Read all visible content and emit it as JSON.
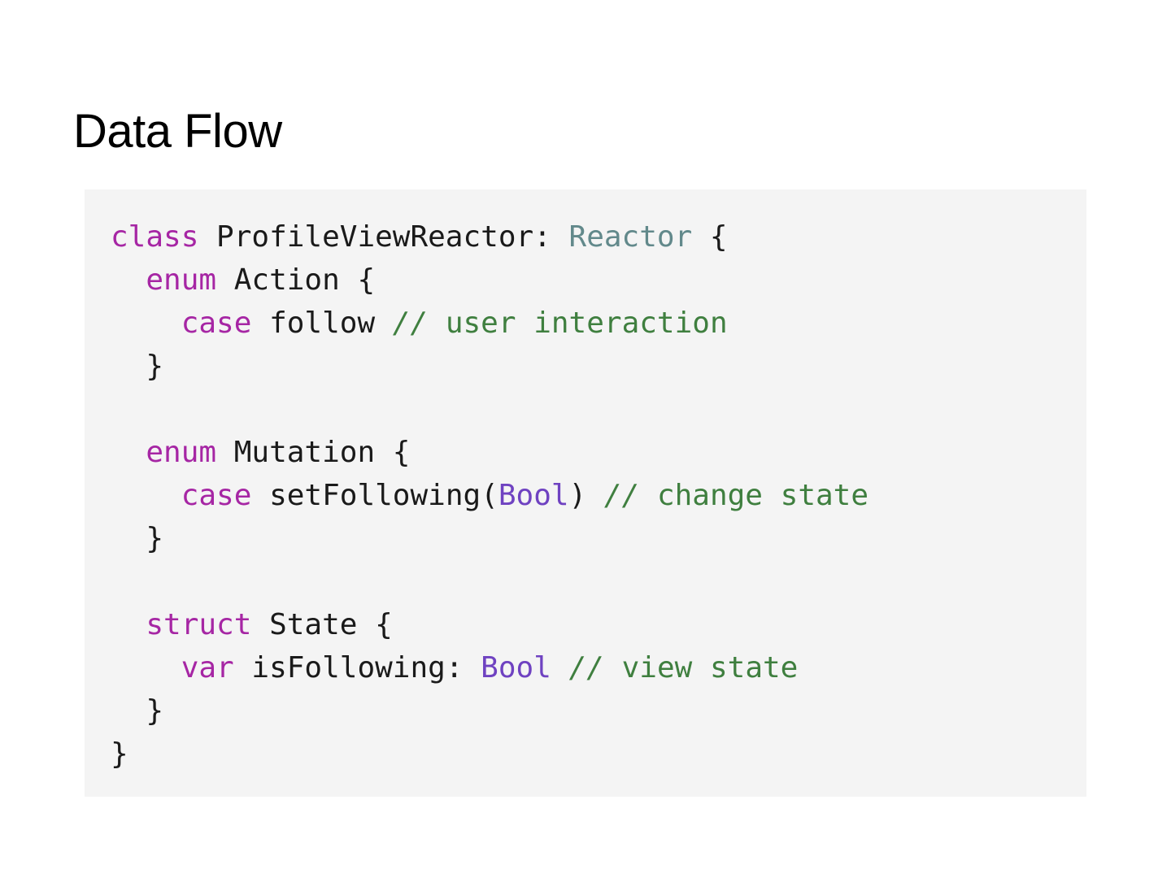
{
  "slide": {
    "title": "Data Flow",
    "background_color": "#ffffff"
  },
  "code_block": {
    "background_color": "#f4f4f4",
    "language": "swift",
    "colors": {
      "keyword": "#a626a4",
      "type": "#62898b",
      "builtin_type": "#6f42c1",
      "comment": "#3f7f3f",
      "plain": "#1a1a1a"
    },
    "full_text": "class ProfileViewReactor: Reactor {\n  enum Action {\n    case follow // user interaction\n  }\n\n  enum Mutation {\n    case setFollowing(Bool) // change state\n  }\n\n  struct State {\n    var isFollowing: Bool // view state\n  }\n}",
    "lines": [
      {
        "id": "line-1",
        "tokens": [
          {
            "text": "class",
            "kind": "keyword"
          },
          {
            "text": " ProfileViewReactor: ",
            "kind": "plain"
          },
          {
            "text": "Reactor",
            "kind": "type"
          },
          {
            "text": " {",
            "kind": "plain"
          }
        ]
      },
      {
        "id": "line-2",
        "tokens": [
          {
            "text": "  ",
            "kind": "plain"
          },
          {
            "text": "enum",
            "kind": "keyword"
          },
          {
            "text": " Action {",
            "kind": "plain"
          }
        ]
      },
      {
        "id": "line-3",
        "tokens": [
          {
            "text": "    ",
            "kind": "plain"
          },
          {
            "text": "case",
            "kind": "keyword"
          },
          {
            "text": " follow ",
            "kind": "plain"
          },
          {
            "text": "//",
            "kind": "comment-slashes"
          },
          {
            "text": " user interaction",
            "kind": "comment"
          }
        ]
      },
      {
        "id": "line-4",
        "tokens": [
          {
            "text": "  }",
            "kind": "plain"
          }
        ]
      },
      {
        "id": "line-5",
        "tokens": [
          {
            "text": "",
            "kind": "plain"
          }
        ]
      },
      {
        "id": "line-6",
        "tokens": [
          {
            "text": "  ",
            "kind": "plain"
          },
          {
            "text": "enum",
            "kind": "keyword"
          },
          {
            "text": " Mutation {",
            "kind": "plain"
          }
        ]
      },
      {
        "id": "line-7",
        "tokens": [
          {
            "text": "    ",
            "kind": "plain"
          },
          {
            "text": "case",
            "kind": "keyword"
          },
          {
            "text": " setFollowing(",
            "kind": "plain"
          },
          {
            "text": "Bool",
            "kind": "builtin"
          },
          {
            "text": ") ",
            "kind": "plain"
          },
          {
            "text": "//",
            "kind": "comment-slashes"
          },
          {
            "text": " change state",
            "kind": "comment"
          }
        ]
      },
      {
        "id": "line-8",
        "tokens": [
          {
            "text": "  }",
            "kind": "plain"
          }
        ]
      },
      {
        "id": "line-9",
        "tokens": [
          {
            "text": "",
            "kind": "plain"
          }
        ]
      },
      {
        "id": "line-10",
        "tokens": [
          {
            "text": "  ",
            "kind": "plain"
          },
          {
            "text": "struct",
            "kind": "keyword"
          },
          {
            "text": " State {",
            "kind": "plain"
          }
        ]
      },
      {
        "id": "line-11",
        "tokens": [
          {
            "text": "    ",
            "kind": "plain"
          },
          {
            "text": "var",
            "kind": "keyword"
          },
          {
            "text": " isFollowing: ",
            "kind": "plain"
          },
          {
            "text": "Bool",
            "kind": "builtin"
          },
          {
            "text": " ",
            "kind": "plain"
          },
          {
            "text": "//",
            "kind": "comment-slashes"
          },
          {
            "text": " view state",
            "kind": "comment"
          }
        ]
      },
      {
        "id": "line-12",
        "tokens": [
          {
            "text": "  }",
            "kind": "plain"
          }
        ]
      },
      {
        "id": "line-13",
        "tokens": [
          {
            "text": "}",
            "kind": "plain"
          }
        ]
      }
    ]
  }
}
